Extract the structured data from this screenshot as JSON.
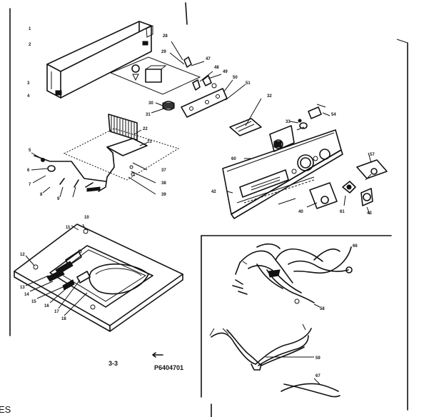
{
  "diagram": {
    "code": "P6404701",
    "marker": "3-3",
    "edge_text": "ES",
    "callouts": {
      "c1": "1",
      "c2": "2",
      "c3": "3",
      "c4": "4",
      "c28": "28",
      "c29": "29",
      "c47": "47",
      "c48": "48",
      "c49": "49",
      "c50": "50",
      "c51": "51",
      "c30": "30",
      "c31": "31",
      "c32": "32",
      "c33": "33",
      "c54": "54",
      "c22": "22",
      "c23": "23",
      "c37": "37",
      "c38": "38",
      "c39": "39",
      "c40": "40",
      "c42": "42",
      "c43": "43",
      "c57": "57",
      "c60": "60",
      "c61": "61",
      "c5": "5",
      "c6": "6",
      "c7": "7",
      "c8": "8",
      "c9": "9",
      "c10": "10",
      "c11": "11",
      "c12": "12",
      "c13": "13",
      "c14": "14",
      "c15": "15",
      "c16": "16",
      "c17": "17",
      "c18": "18",
      "c58": "58",
      "c59": "59",
      "c66": "66",
      "c67": "67"
    }
  }
}
